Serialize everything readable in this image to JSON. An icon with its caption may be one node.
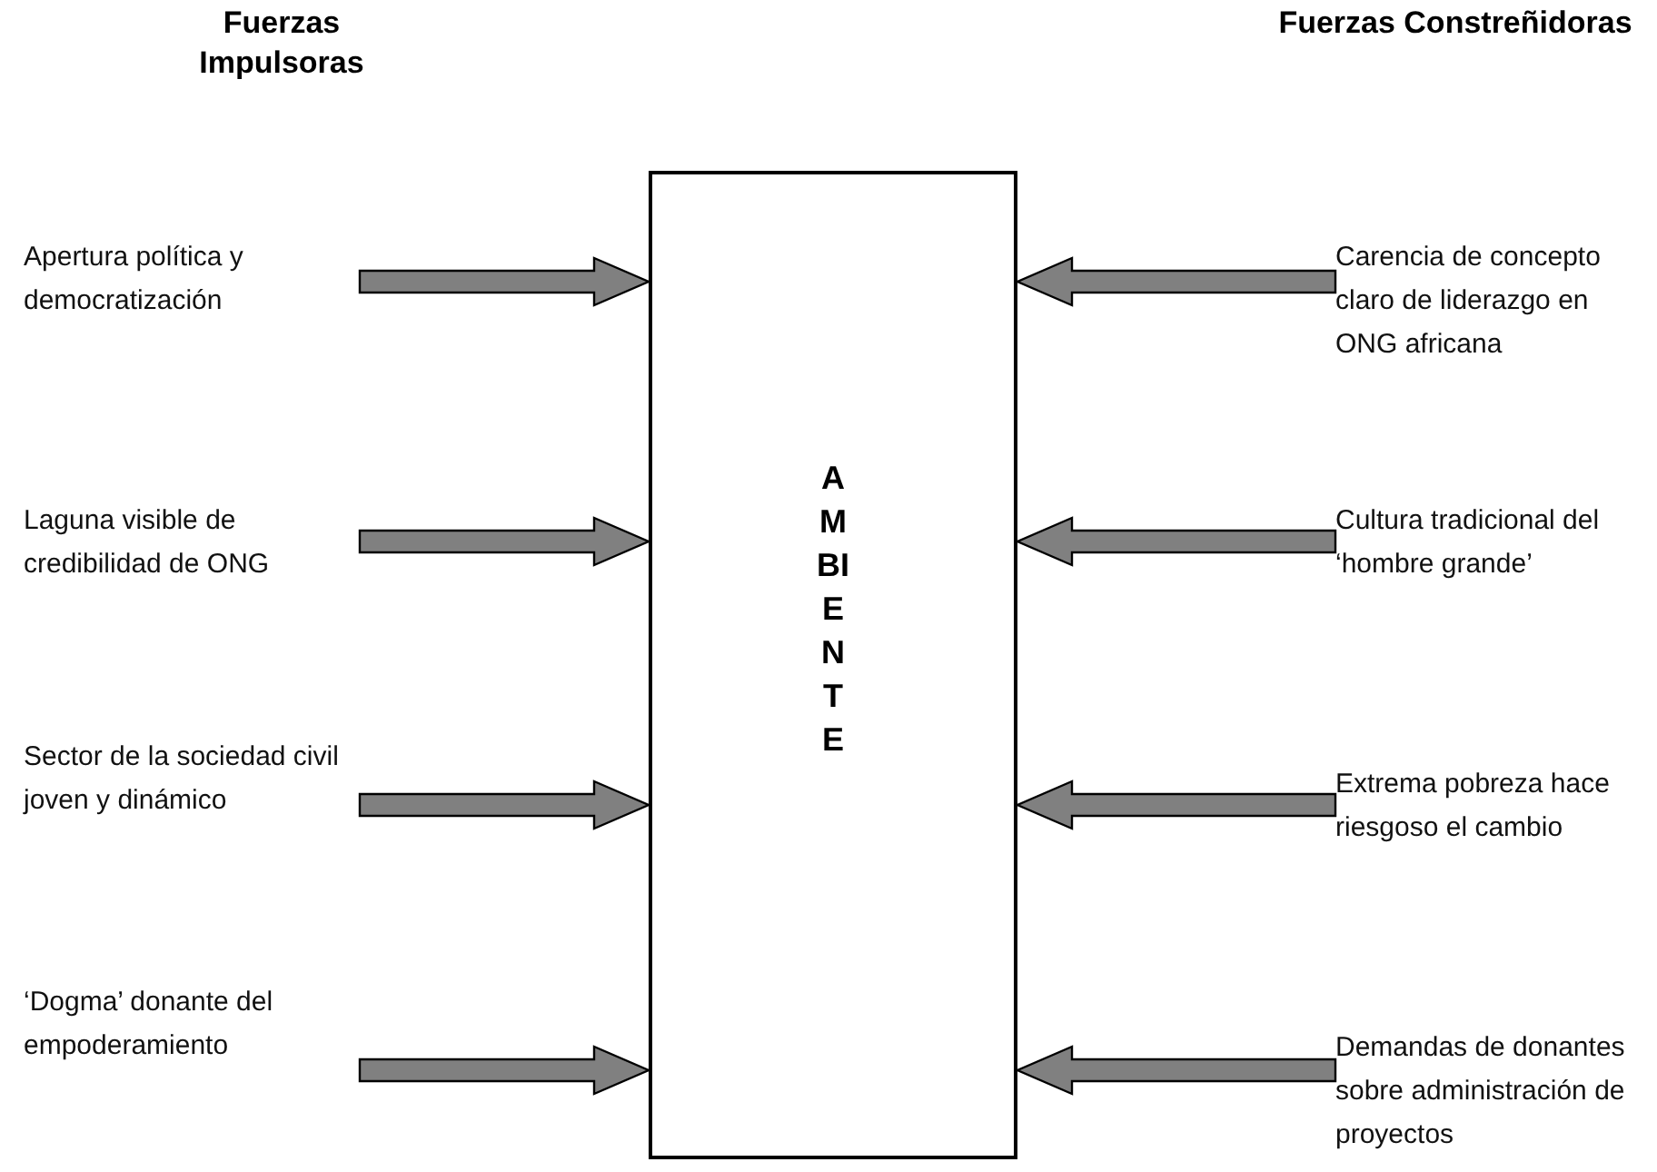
{
  "diagram": {
    "nodes": [
      {
        "text": [
          "Apertura política y democratización"
        ]
      },
      {
        "text": [
          "Laguna visible de credibilidad de ONG"
        ]
      },
      {
        "text": [
          "Sector de la sociedad civil joven y dinámico"
        ]
      },
      {
        "text": [
          "‘Dogma’ donante del empoderamiento"
        ]
      },
      {
        "text": [
          "AMBIENTE"
        ]
      },
      {
        "text": [
          "Carencia de concepto claro de liderazgo en ONG africana"
        ]
      },
      {
        "text": [
          "Cultura tradicional del ‘hombre grande’"
        ]
      },
      {
        "text": [
          "Extrema pobreza hace riesgoso el cambio"
        ]
      },
      {
        "text": [
          "Demandas de donantes sobre administración de proyectos"
        ]
      }
    ],
    "edges": [
      {
        "from": 0,
        "to": 4,
        "arrow": "to"
      },
      {
        "from": 1,
        "to": 4,
        "arrow": "to"
      },
      {
        "from": 2,
        "to": 4,
        "arrow": "to"
      },
      {
        "from": 3,
        "to": 4,
        "arrow": "to"
      },
      {
        "from": 5,
        "to": 4,
        "arrow": "to"
      },
      {
        "from": 6,
        "to": 4,
        "arrow": "to"
      },
      {
        "from": 7,
        "to": 4,
        "arrow": "to"
      },
      {
        "from": 8,
        "to": 4,
        "arrow": "to"
      }
    ],
    "labels": [
      "Fuerzas Impulsoras",
      "Fuerzas Constreñidoras"
    ]
  }
}
